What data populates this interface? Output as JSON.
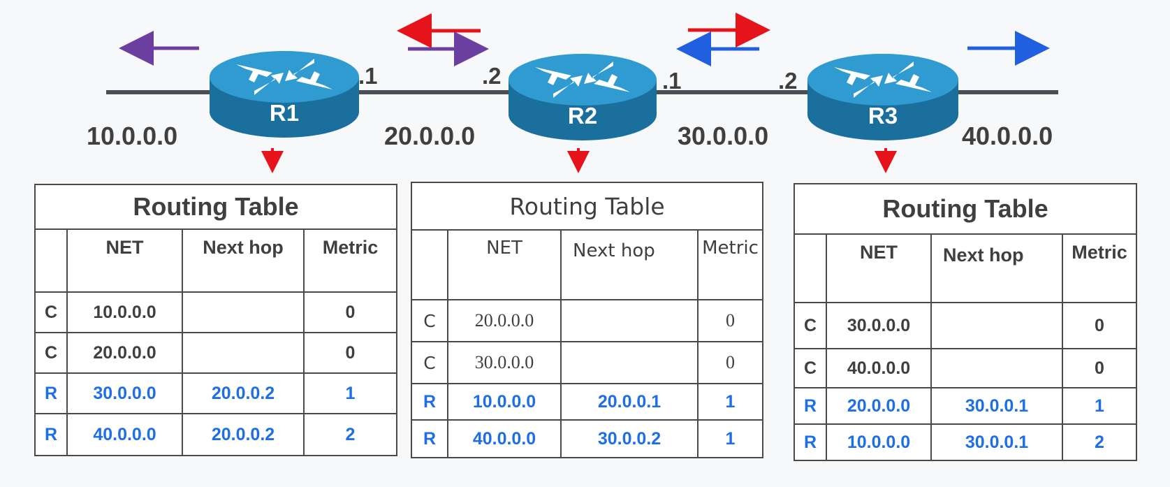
{
  "networks": [
    "10.0.0.0",
    "20.0.0.0",
    "30.0.0.0",
    "40.0.0.0"
  ],
  "interfaces": [
    ".1",
    ".2",
    ".1",
    ".2"
  ],
  "routers": [
    "R1",
    "R2",
    "R3"
  ],
  "colors": {
    "purple": "#6a3fa0",
    "red": "#e6131b",
    "blue": "#1f5fe0",
    "router_top": "#2f9bd1",
    "router_side": "#1b6f9c",
    "link": "#4b4f55",
    "text": "#3f3f3f",
    "learned_route": "#1e6ee8"
  },
  "tables": [
    {
      "title": "Routing Table",
      "headers": [
        "",
        "NET",
        "Next hop",
        "Metric"
      ],
      "rows": [
        {
          "code": "C",
          "net": "10.0.0.0",
          "next_hop": "",
          "metric": "0"
        },
        {
          "code": "C",
          "net": "20.0.0.0",
          "next_hop": "",
          "metric": "0"
        },
        {
          "code": "R",
          "net": "30.0.0.0",
          "next_hop": "20.0.0.2",
          "metric": "1"
        },
        {
          "code": "R",
          "net": "40.0.0.0",
          "next_hop": "20.0.0.2",
          "metric": "2"
        }
      ]
    },
    {
      "title": "Routing Table",
      "headers": [
        "",
        "NET",
        "Next hop",
        "Metric"
      ],
      "rows": [
        {
          "code": "C",
          "net": "20.0.0.0",
          "next_hop": "",
          "metric": "0"
        },
        {
          "code": "C",
          "net": "30.0.0.0",
          "next_hop": "",
          "metric": "0"
        },
        {
          "code": "R",
          "net": "10.0.0.0",
          "next_hop": "20.0.0.1",
          "metric": "1"
        },
        {
          "code": "R",
          "net": "40.0.0.0",
          "next_hop": "30.0.0.2",
          "metric": "1"
        }
      ]
    },
    {
      "title": "Routing Table",
      "headers": [
        "",
        "NET",
        "Next hop",
        "Metric"
      ],
      "rows": [
        {
          "code": "C",
          "net": "30.0.0.0",
          "next_hop": "",
          "metric": "0"
        },
        {
          "code": "C",
          "net": "40.0.0.0",
          "next_hop": "",
          "metric": "0"
        },
        {
          "code": "R",
          "net": "20.0.0.0",
          "next_hop": "30.0.0.1",
          "metric": "1"
        },
        {
          "code": "R",
          "net": "10.0.0.0",
          "next_hop": "30.0.0.1",
          "metric": "2"
        }
      ]
    }
  ]
}
